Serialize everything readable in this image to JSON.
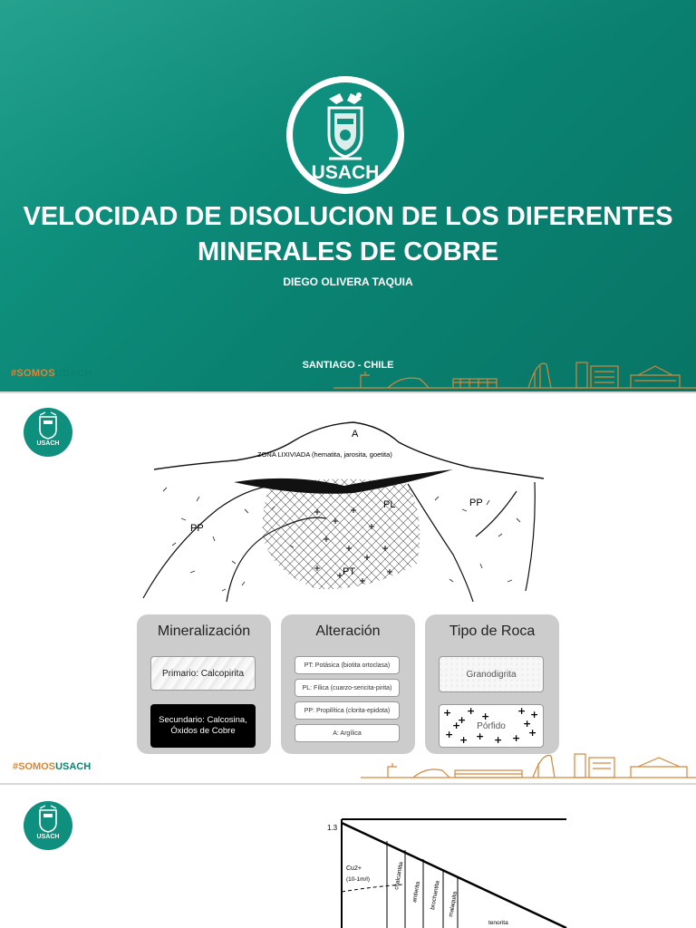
{
  "slide1": {
    "logo_text": "USACH",
    "title_line1": "VELOCIDAD DE DISOLUCION DE LOS DIFERENTES",
    "title_line2": "MINERALES DE COBRE",
    "author": "DIEGO OLIVERA TAQUIA",
    "location": "SANTIAGO - CHILE",
    "hashtag_a": "#SOMOS",
    "hashtag_b": "USACH"
  },
  "slide2": {
    "logo_text": "USACH",
    "diagram": {
      "zone_a": "A",
      "zone_lixiviada": "ZONA LIXIVIADA (hematita, jarosita, goetita)",
      "pp_left": "PP",
      "pp_right": "PP",
      "pl": "PL",
      "pt": "PT"
    },
    "cards": {
      "mineralizacion": {
        "title": "Mineralización",
        "primary": "Primario: Calcopirita",
        "secondary": "Secundario: Calcosina, Óxidos de Cobre"
      },
      "alteracion": {
        "title": "Alteración",
        "items": [
          "PT: Potásica (biotita ortoclasa)",
          "PL: Fílica (cuarzo-sericita-pirita)",
          "PP: Propilítica (clorita-epidota)",
          "A: Argílica"
        ]
      },
      "roca": {
        "title": "Tipo de Roca",
        "granodiorita": "Granodigrita",
        "porfido": "Pórfido"
      }
    },
    "hashtag_a": "#SOMOS",
    "hashtag_b": "USACH"
  },
  "slide3": {
    "logo_text": "USACH",
    "y_tick": "1.3",
    "cu_label": "Cu2+",
    "cu_unit": "(10-1m/l)",
    "minerals": [
      "chalcantita",
      "antlerita",
      "brochantita",
      "malaquita",
      "tenorita"
    ]
  }
}
